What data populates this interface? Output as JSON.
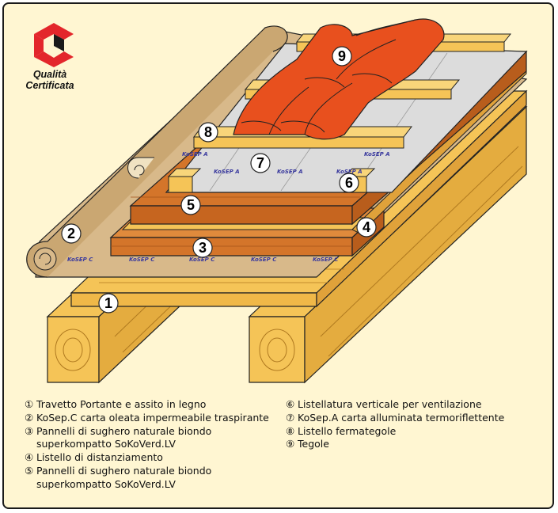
{
  "logo": {
    "caption_line1": "Qualità",
    "caption_line2": "Certificata",
    "colors": {
      "red": "#e3262b",
      "dark": "#1a1a1a"
    }
  },
  "diagram": {
    "markers": [
      {
        "id": "1",
        "text": "1"
      },
      {
        "id": "2",
        "text": "2"
      },
      {
        "id": "3",
        "text": "3"
      },
      {
        "id": "4",
        "text": "4"
      },
      {
        "id": "5",
        "text": "5"
      },
      {
        "id": "6",
        "text": "6"
      },
      {
        "id": "7",
        "text": "7"
      },
      {
        "id": "8",
        "text": "8"
      },
      {
        "id": "9",
        "text": "9"
      }
    ],
    "sheet_brand_a": "KoSEP A",
    "sheet_brand_c": "KoSEP C",
    "colors": {
      "wood": "#f5c457",
      "wood_dark": "#d99a2c",
      "cork": "#d4752a",
      "cork_dark": "#b85d1c",
      "paper": "#d8b98a",
      "foil": "#dcdcdc",
      "tile": "#e8501e",
      "brand_blue": "#3a3a9e"
    }
  },
  "legend": {
    "left": [
      {
        "num": "①",
        "text": "Travetto Portante e assito in legno"
      },
      {
        "num": "②",
        "text": "KoSep.C carta oleata impermeabile traspirante"
      },
      {
        "num": "③",
        "text": "Pannelli di sughero naturale biondo\nsuperkompatto SoKoVerd.LV"
      },
      {
        "num": "④",
        "text": "Listello di distanziamento"
      },
      {
        "num": "⑤",
        "text": "Pannelli di sughero naturale biondo\nsuperkompatto SoKoVerd.LV"
      }
    ],
    "right": [
      {
        "num": "⑥",
        "text": "Listellatura verticale per ventilazione"
      },
      {
        "num": "⑦",
        "text": "KoSep.A carta alluminata termoriflettente"
      },
      {
        "num": "⑧",
        "text": "Listello fermategole"
      },
      {
        "num": "⑨",
        "text": "Tegole"
      }
    ]
  }
}
